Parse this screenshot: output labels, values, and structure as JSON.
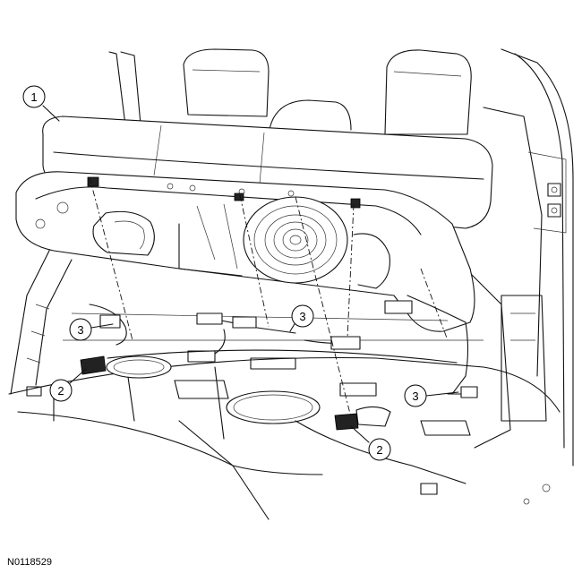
{
  "figure": {
    "id": "N0118529"
  },
  "callouts": [
    {
      "label": "1"
    },
    {
      "label": "2"
    },
    {
      "label": "2"
    },
    {
      "label": "3"
    },
    {
      "label": "3"
    },
    {
      "label": "3"
    }
  ]
}
